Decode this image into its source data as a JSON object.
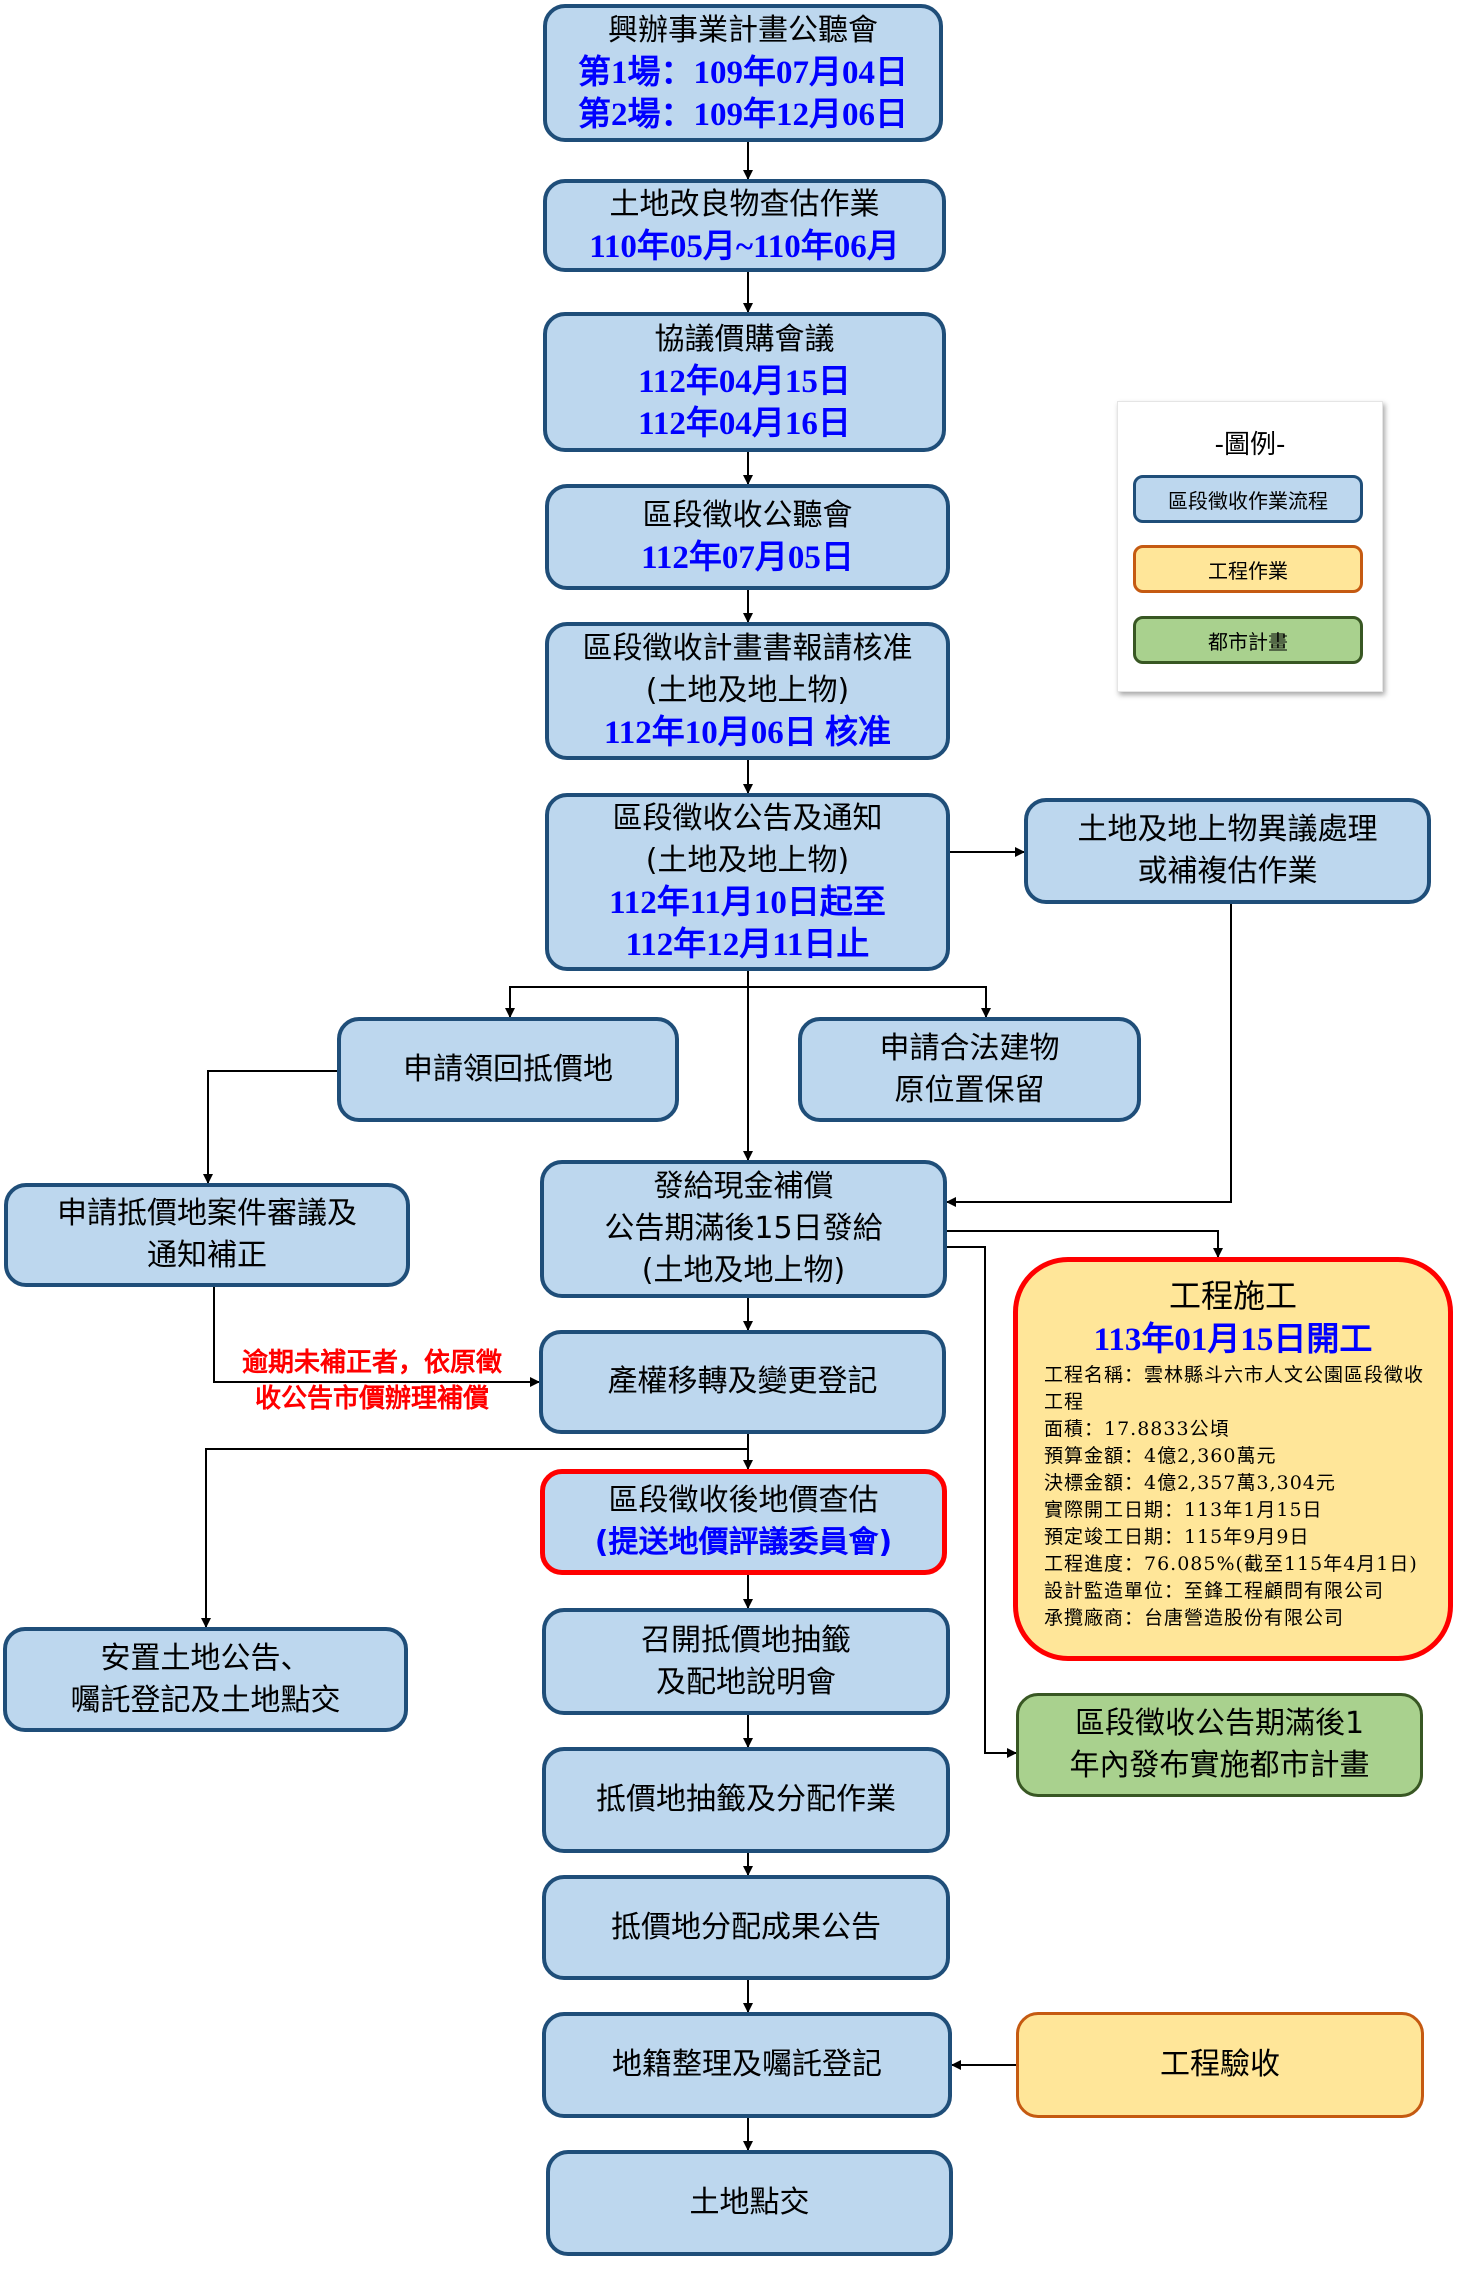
{
  "boxes": {
    "public_hearing": {
      "title": "興辦事業計畫公聽會",
      "dates": [
        "第1場：109年07月04日",
        "第2場：109年12月06日"
      ]
    },
    "survey": {
      "title": "土地改良物查估作業",
      "dates": [
        "110年05月~110年06月"
      ]
    },
    "negotiation": {
      "title": "協議價購會議",
      "dates": [
        "112年04月15日",
        "112年04月16日"
      ]
    },
    "zone_hearing": {
      "title": "區段徵收公聽會",
      "dates": [
        "112年07月05日"
      ]
    },
    "plan_approval": {
      "title": "區段徵收計畫書報請核准",
      "subtitle": "(土地及地上物)",
      "dates": [
        "112年10月06日 核准"
      ]
    },
    "announcement": {
      "title": "區段徵收公告及通知",
      "subtitle": "(土地及地上物)",
      "dates": [
        "112年11月10日起至",
        "112年12月11日止"
      ]
    },
    "objection": {
      "lines": [
        "土地及地上物異議處理",
        "或補複估作業"
      ]
    },
    "apply_return": {
      "lines": [
        "申請領回抵價地"
      ]
    },
    "apply_legal": {
      "lines": [
        "申請合法建物",
        "原位置保留"
      ]
    },
    "review": {
      "lines": [
        "申請抵價地案件審議及",
        "通知補正"
      ]
    },
    "cash": {
      "lines": [
        "發給現金補償",
        "公告期滿後15日發給",
        "(土地及地上物)"
      ]
    },
    "transfer": {
      "lines": [
        "產權移轉及變更登記"
      ]
    },
    "valuation": {
      "title": "區段徵收後地價查估",
      "note": "(提送地價評議委員會)"
    },
    "resettle": {
      "lines": [
        "安置土地公告、",
        "囑託登記及土地點交"
      ]
    },
    "lottery_meeting": {
      "lines": [
        "召開抵價地抽籤",
        "及配地說明會"
      ]
    },
    "lottery": {
      "lines": [
        "抵價地抽籤及分配作業"
      ]
    },
    "result": {
      "lines": [
        "抵價地分配成果公告"
      ]
    },
    "registration": {
      "lines": [
        "地籍整理及囑託登記"
      ]
    },
    "handover": {
      "lines": [
        "土地點交"
      ]
    },
    "urban_plan": {
      "lines": [
        "區段徵收公告期滿後1",
        "年內發布實施都市計畫"
      ]
    },
    "acceptance": {
      "lines": [
        "工程驗收"
      ]
    },
    "construction": {
      "title": "工程施工",
      "start": "113年01月15日開工",
      "details": [
        "工程名稱：雲林縣斗六市人文公園區段徵收工程",
        "面積：17.8833公頃",
        "預算金額：4億2,360萬元",
        "決標金額：4億2,357萬3,304元",
        "實際開工日期：113年1月15日",
        "預定竣工日期：115年9月9日",
        "工程進度：76.085%(截至115年4月1日)",
        "設計監造單位：至鋒工程顧問有限公司",
        "承攬廠商：台唐營造股份有限公司"
      ]
    }
  },
  "red_note": [
    "逾期未補正者，依原徵",
    "收公告市價辦理補償"
  ],
  "legend": {
    "title": "-圖例-",
    "items": [
      "區段徵收作業流程",
      "工程作業",
      "都市計畫"
    ]
  },
  "colors": {
    "blue_fill": "#bdd7ee",
    "blue_border": "#1f4e79",
    "yellow_fill": "#ffe699",
    "yellow_border": "#c55a11",
    "green_fill": "#a9d18e",
    "green_border": "#385723",
    "date_text": "#0000ff",
    "highlight": "#ff0000"
  }
}
